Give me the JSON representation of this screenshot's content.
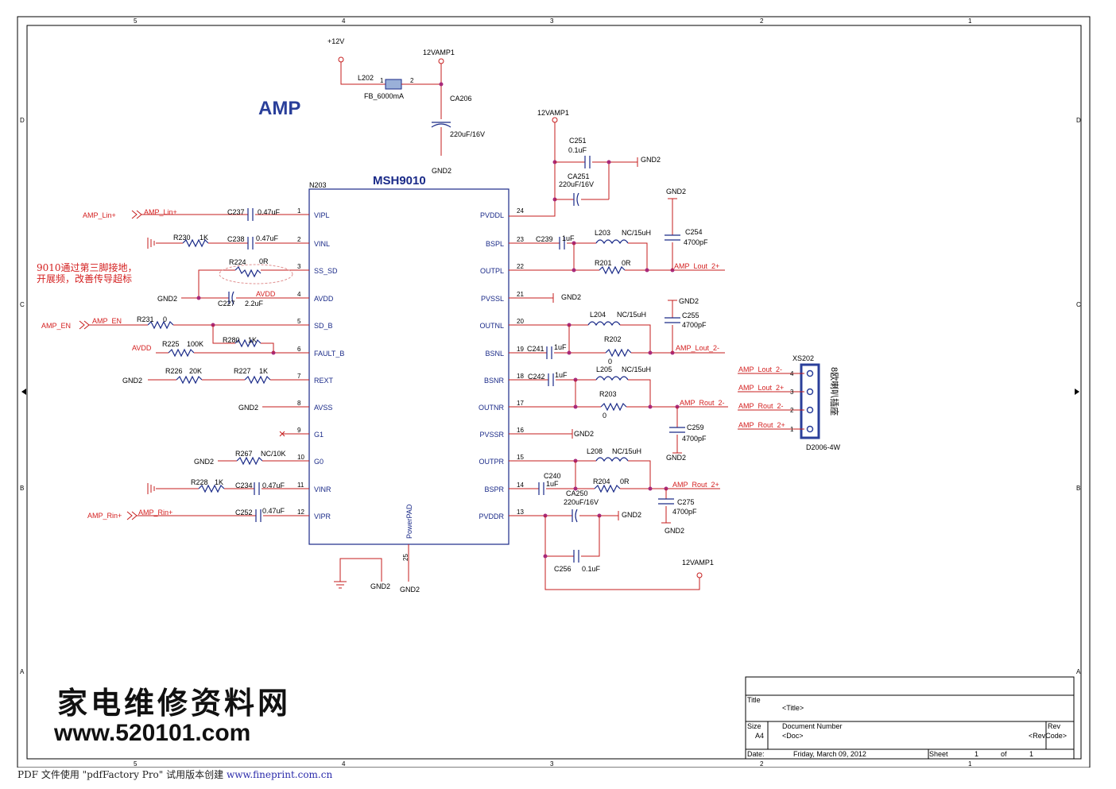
{
  "amp_title": "AMP",
  "chip": {
    "name": "MSH9010",
    "ref": "N203",
    "powerpad": "PowerPAD",
    "pad_pin": "25"
  },
  "left_pins": [
    {
      "num": "1",
      "name": "VIPL"
    },
    {
      "num": "2",
      "name": "VINL"
    },
    {
      "num": "3",
      "name": "SS_SD"
    },
    {
      "num": "4",
      "name": "AVDD"
    },
    {
      "num": "5",
      "name": "SD_B"
    },
    {
      "num": "6",
      "name": "FAULT_B"
    },
    {
      "num": "7",
      "name": "REXT"
    },
    {
      "num": "8",
      "name": "AVSS"
    },
    {
      "num": "9",
      "name": "G1"
    },
    {
      "num": "10",
      "name": "G0"
    },
    {
      "num": "11",
      "name": "VINR"
    },
    {
      "num": "12",
      "name": "VIPR"
    }
  ],
  "right_pins": [
    {
      "num": "24",
      "name": "PVDDL"
    },
    {
      "num": "23",
      "name": "BSPL"
    },
    {
      "num": "22",
      "name": "OUTPL"
    },
    {
      "num": "21",
      "name": "PVSSL"
    },
    {
      "num": "20",
      "name": "OUTNL"
    },
    {
      "num": "19",
      "name": "BSNL"
    },
    {
      "num": "18",
      "name": "BSNR"
    },
    {
      "num": "17",
      "name": "OUTNR"
    },
    {
      "num": "16",
      "name": "PVSSR"
    },
    {
      "num": "15",
      "name": "OUTPR"
    },
    {
      "num": "14",
      "name": "BSPR"
    },
    {
      "num": "13",
      "name": "PVDDR"
    }
  ],
  "parts": {
    "plus12v": "+12V",
    "vamp1": "12VAMP1",
    "vamp2": "12VAMP1",
    "vamp3": "12VAMP1",
    "l202": "L202",
    "fb": "FB_6000mA",
    "l202_p1": "1",
    "l202_p2": "2",
    "ca206": "CA206",
    "ca206_v": "220uF/16V",
    "c237": "C237",
    "c237_v": "0.47uF",
    "r230": "R230",
    "r230_v": "1K",
    "c238": "C238",
    "c238_v": "0.47uF",
    "r224": "R224",
    "r224_v": "0R",
    "c227": "C227",
    "c227_v": "2.2uF",
    "r231": "R231",
    "r231_v": "0",
    "r225": "R225",
    "r225_v": "100K",
    "r280": "R280",
    "r280_v": "1K",
    "r226": "R226",
    "r226_v": "20K",
    "r227": "R227",
    "r227_v": "1K",
    "r267": "R267",
    "r267_v": "NC/10K",
    "r228": "R228",
    "r228_v": "1K",
    "c234": "C234",
    "c234_v": "0.47uF",
    "c252": "C252",
    "c252_v": "0.47uF",
    "c251": "C251",
    "c251_v": "0.1uF",
    "ca251": "CA251",
    "ca251_v": "220uF/16V",
    "c239": "C239",
    "c239_v": "1uF",
    "l203": "L203",
    "l203_v": "NC/15uH",
    "r201": "R201",
    "r201_v": "0R",
    "c254": "C254",
    "c254_v": "4700pF",
    "l204": "L204",
    "l204_v": "NC/15uH",
    "c241": "C241",
    "c241_v": "1uF",
    "r202": "R202",
    "r202_v": "0",
    "c255": "C255",
    "c255_v": "4700pF",
    "c242": "C242",
    "c242_v": "1uF",
    "l205": "L205",
    "l205_v": "NC/15uH",
    "r203": "R203",
    "r203_v": "0",
    "c259": "C259",
    "c259_v": "4700pF",
    "l208": "L208",
    "l208_v": "NC/15uH",
    "c240": "C240",
    "c240_v": "1uF",
    "r204": "R204",
    "r204_v": "0R",
    "ca250": "CA250",
    "ca250_v": "220uF/16V",
    "c275": "C275",
    "c275_v": "4700pF",
    "c256": "C256",
    "c256_v": "0.1uF",
    "xs202": "XS202",
    "xs202_type": "D2006-4W",
    "xs202_cn": "8欧喇叭插座"
  },
  "nets": {
    "gnd2": "GND2",
    "amp_lin": "AMP_Lin+",
    "amp_rin": "AMP_Rin+",
    "amp_en": "AMP_EN",
    "avdd": "AVDD",
    "lout2p": "AMP_Lout_2+",
    "lout2n": "AMP_Lout_2-",
    "rout2p": "AMP_Rout_2+",
    "rout2n": "AMP_Rout_2-"
  },
  "connector_pins": [
    {
      "num": "4",
      "net": "AMP_Lout_2-"
    },
    {
      "num": "3",
      "net": "AMP_Lout_2+"
    },
    {
      "num": "2",
      "net": "AMP_Rout_2-"
    },
    {
      "num": "1",
      "net": "AMP_Rout_2+"
    }
  ],
  "note": {
    "line1": "9010通过第三脚接地，",
    "line2": "开展频，改善传导超标"
  },
  "border": {
    "cols": [
      "5",
      "4",
      "3",
      "2",
      "1"
    ],
    "rows": [
      "D",
      "C",
      "B",
      "A"
    ]
  },
  "title_block": {
    "title_label": "Title",
    "title": "<Title>",
    "size_label": "Size",
    "size": "A4",
    "docnum_label": "Document Number",
    "doc": "<Doc>",
    "rev_label": "Rev",
    "revcode": "<RevCode>",
    "date_label": "Date:",
    "date": "Friday, March 09, 2012",
    "sheet_label": "Sheet",
    "sheet": "1",
    "of_label": "of",
    "of": "1"
  },
  "watermark": {
    "cn": "家电维修资料网",
    "url": "www.520101.com"
  },
  "footer": {
    "text": "PDF 文件使用 \"pdfFactory Pro\" 试用版本创建 ",
    "link": "www.fineprint.com.cn"
  }
}
